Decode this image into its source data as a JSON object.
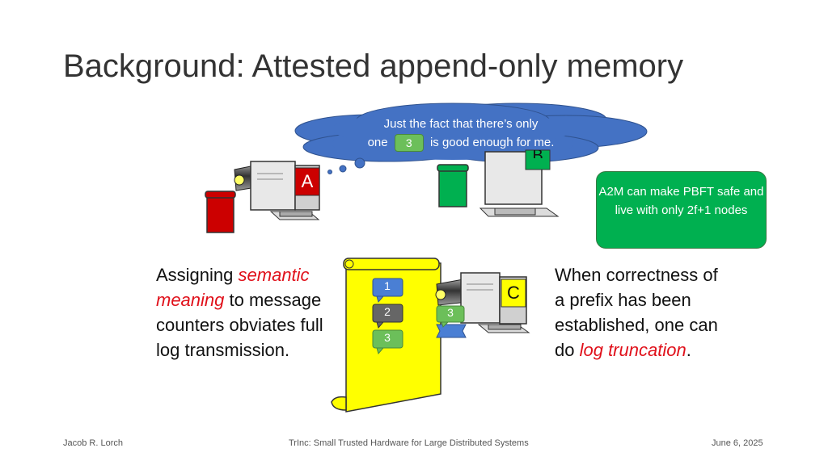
{
  "slide": {
    "title": "Background: Attested append-only memory"
  },
  "cloud": {
    "text_before": "Just the fact that there’s only",
    "text_one": "one",
    "badge": "3",
    "text_after": "is good enough for me."
  },
  "computers": {
    "a_label": "A",
    "b_label": "B",
    "c_label": "C"
  },
  "log_entries": [
    "1",
    "2",
    "3"
  ],
  "c_counter_badge": "3",
  "green_box": {
    "text": "A2M can make PBFT safe and live with only 2f+1 nodes"
  },
  "left_text": {
    "part1": "Assigning ",
    "em1": "semantic meaning",
    "part2": " to message counters obviates full log transmission."
  },
  "right_text": {
    "part1": "When correctness of a prefix has been established, one can do ",
    "em1": "log truncation",
    "part2": "."
  },
  "footer": {
    "left": "Jacob R. Lorch",
    "center": "TrInc:  Small Trusted Hardware for Large Distributed Systems",
    "right": "June 6, 2025"
  },
  "colors": {
    "cloud": "#4472c4",
    "green": "#00b050",
    "red": "#cc0000",
    "yellow": "#ffff00",
    "gray_bubble": "#666666",
    "blue_bubble": "#4a7fd4",
    "green_bubble": "#6cbf5a",
    "emphasis": "#e0101a"
  }
}
